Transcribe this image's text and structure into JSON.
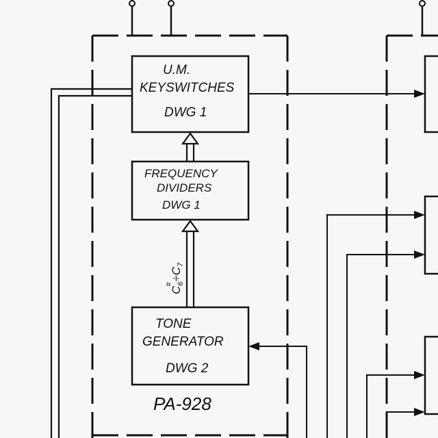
{
  "blocks": {
    "keyswitches": {
      "line1": "U.M.",
      "line2": "KEYSWITCHES",
      "ref": "DWG 1"
    },
    "dividers": {
      "line1": "FREQUENCY",
      "line2": "DIVIDERS",
      "ref": "DWG 1"
    },
    "tone_generator": {
      "line1": "TONE",
      "line2": "GENERATOR",
      "ref": "DWG 2"
    }
  },
  "range_label": {
    "c": "C",
    "sharp": "#",
    "sub1": "6",
    "divide": "÷",
    "c2": "C",
    "sub2": "7"
  },
  "board_label": "PA-928",
  "colors": {
    "ink": "#111111",
    "paper": "#f7f7f5"
  }
}
